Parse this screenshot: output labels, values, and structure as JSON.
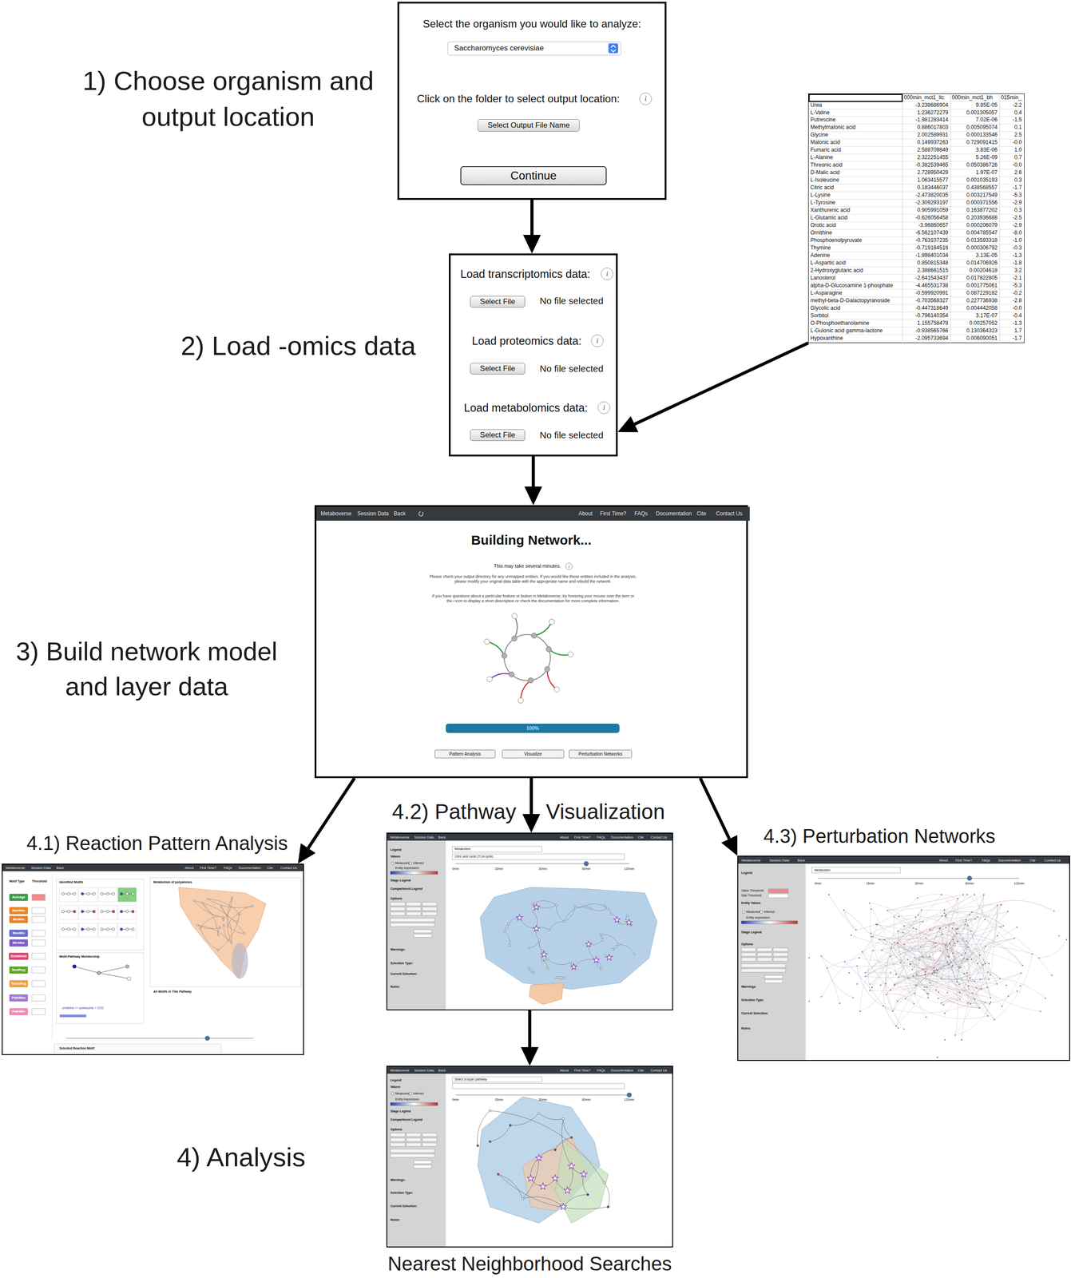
{
  "diagram": {
    "nodes": [
      {
        "text": [
          "Select the organism you would like to analyze:",
          "Click on the folder to select output location:"
        ]
      },
      {
        "text": [
          "Saccharomyces cerevisiae"
        ],
        "in": 0
      },
      {
        "text": [
          "i"
        ],
        "in": 0
      },
      {
        "text": [
          "Select Output File Name"
        ],
        "in": 0
      },
      {
        "text": [
          "Continue"
        ],
        "in": 0
      },
      {
        "text": [
          "000min_mct1_ltc",
          "000min_mct1_bh",
          "015min_",
          "Urea",
          "-3.238686904",
          "9.85E-05",
          "-2.2",
          "L-Valine",
          "1.236272279",
          "0.001305057",
          "0.4",
          "Putrescine",
          "-1.981283414",
          "7.02E-06",
          "-1.5",
          "Methylmalonic acid",
          "0.886017803",
          "0.005095074",
          "0.1",
          "Glycine",
          "2.002589931",
          "0.000133546",
          "2.5",
          "Malonic acid",
          "0.149937263",
          "0.729091415",
          "-0.0",
          "Fumaric acid",
          "2.588709849",
          "3.83E-06",
          "1.0",
          "L-Alanine",
          "2.322251455",
          "5.26E-09",
          "0.7",
          "Threonic acid",
          "-0.382539465",
          "0.050386726",
          "-0.0",
          "D-Malic acid",
          "2.728950429",
          "1.97E-07",
          "2.6",
          "L-Isoleucine",
          "1.063415577",
          "0.001035193",
          "0.3",
          "Citric acid",
          "0.183446037",
          "0.438568557",
          "-1.7",
          "L-Lysine",
          "-2.473820035",
          "0.003217549",
          "-5.3",
          "L-Tyrosine",
          "-2.309293197",
          "0.000371556",
          "-2.9",
          "Xanthurenic acid",
          "0.905991059",
          "0.163877202",
          "0.3",
          "L-Glutamic acid",
          "-0.626056458",
          "0.203936688",
          "-2.5",
          "Orotic acid",
          "-3.96860657",
          "0.000206079",
          "-2.9",
          "Ornithine",
          "-6.562107439",
          "0.004785547",
          "-8.0",
          "Phosphoenolpyruvate",
          "-0.763107235",
          "0.013593318",
          "-1.0",
          "Thymine",
          "-0.719164516",
          "0.000306792",
          "-0.3",
          "Adenine",
          "-1.898401034",
          "3.13E-05",
          "-1.3",
          "L-Aspartic acid",
          "0.850815348",
          "0.014706926",
          "-1.8",
          "2-Hydroxyglutaric acid",
          "2.388661515",
          "0.00204618",
          "3.2",
          "Lanosterol",
          "-2.641543437",
          "0.017822805",
          "-2.1",
          "alpha-D-Glucosamine 1-phosphate",
          "-4.465531738",
          "0.001775061",
          "-5.3",
          "L-Asparagine",
          "-0.599920991",
          "0.087229182",
          "-0.2",
          "methyl-beta-D-Galactopyranoside",
          "-0.703568327",
          "0.227736938",
          "-2.8",
          "Glycolic acid",
          "-0.447318649",
          "0.004442058",
          "-0.0",
          "Sorbitol",
          "-0.796140354",
          "3.17E-07",
          "-0.4",
          "O-Phosphoethanolamine",
          "1.155758478",
          "0.00257052",
          "-1.3",
          "L-Gulonic acid gamma-lactone",
          "-0.938565766",
          "0.130364323",
          "1.7",
          "Hypoxanthine",
          "-2.095733694",
          "0.006090051",
          "-1.7"
        ]
      },
      {
        "text": [
          "Load transcriptomics data:",
          "No file selected",
          "Load proteomics data:",
          "No file selected",
          "Load metabolomics data:",
          "No file selected"
        ]
      },
      {
        "text": [
          "i"
        ],
        "in": 6
      },
      {
        "text": [
          "Select File"
        ],
        "in": 6
      },
      {
        "text": [
          "i"
        ],
        "in": 6
      },
      {
        "text": [
          "Select File"
        ],
        "in": 6
      },
      {
        "text": [
          "i"
        ],
        "in": 6
      },
      {
        "text": [
          "Select File"
        ],
        "in": 6
      },
      {
        "text": [
          "Metaboverse",
          "Session Data",
          "Back",
          "About",
          "First Time?",
          "FAQs",
          "Documentation",
          "Cite",
          "Contact Us",
          "Building Network...",
          "This may take several minutes.",
          "Please check your output directory for any unmapped entities. If you would like these entities included in the analysis, please modify your original data table with the appropriate name and rebuild the network.",
          "If you have questions about a particular feature or button in Metaboverse, try hovering your mouse over the item or the i icon to display a short description or check the documentation for more complete information."
        ]
      },
      {
        "text": [
          "i"
        ],
        "in": 13
      },
      {
        "text": [
          "100%"
        ],
        "in": 13
      },
      {
        "text": [
          "Pattern Analysis"
        ],
        "in": 13
      },
      {
        "text": [
          "Visualize"
        ],
        "in": 13
      },
      {
        "text": [
          "Perturbation Networks"
        ],
        "in": 13
      },
      {
        "text": [
          "Metaboverse",
          "Session Data",
          "Back",
          "About",
          "First Time?",
          "FAQs",
          "Documentation",
          "Cite",
          "Contact Us",
          "Motif Type",
          "Threshold",
          "Identified Motifs",
          "Metabolism of polyamines",
          "Motif-Pathway Membership",
          "ornithine => putrescine + CO2",
          "All Motifs in This Pathway",
          "Selected Reaction Motif"
        ]
      },
      {
        "text": [
          "Average"
        ],
        "in": 19
      },
      {
        "text": [
          "MaxMax"
        ],
        "in": 19
      },
      {
        "text": [
          "MinMin"
        ],
        "in": 19
      },
      {
        "text": [
          "MaxMin"
        ],
        "in": 19
      },
      {
        "text": [
          "MinMax"
        ],
        "in": 19
      },
      {
        "text": [
          "Sustained"
        ],
        "in": 19
      },
      {
        "text": [
          "ModReg"
        ],
        "in": 19
      },
      {
        "text": [
          "TransReg"
        ],
        "in": 19
      },
      {
        "text": [
          "PathMax"
        ],
        "in": 19
      },
      {
        "text": [
          "PathMin"
        ],
        "in": 19
      },
      {
        "text": [
          "Metaboverse",
          "Session Data",
          "Back",
          "About",
          "First Time?",
          "FAQs",
          "Documentation",
          "Cite",
          "Contact Us",
          "Legend",
          "Values",
          "Measured",
          "Inferred",
          "Entity expression",
          "Stage Legend",
          "Compartment Legend",
          "Options",
          "Warnings:",
          "Selection Type:",
          "Current Selection:",
          "Notes:",
          "Metabolism",
          "Citric acid cycle (TCA cycle)",
          "0min",
          "15min",
          "30min",
          "60min",
          "120min"
        ]
      },
      {
        "text": [
          "Metaboverse",
          "Session Data",
          "Back",
          "About",
          "First Time?",
          "FAQs",
          "Documentation",
          "Cite",
          "Contact Us",
          "Legend",
          "Value Threshold",
          "Stat Threshold",
          "Entity Values",
          "Measured",
          "Inferred",
          "Entity expression",
          "Stage Legend",
          "Options",
          "Warnings:",
          "Selection Type:",
          "Current Selection:",
          "Notes:",
          "Metabolism",
          "0min",
          "15min",
          "30min",
          "60min",
          "120min"
        ]
      },
      {
        "text": [
          "Metaboverse",
          "Session Data",
          "Back",
          "About",
          "First Time?",
          "FAQs",
          "Documentation",
          "Cite",
          "Contact Us",
          "Legend",
          "Values",
          "Measured",
          "Inferred",
          "Entity expression",
          "Stage Legend",
          "Compartment Legend",
          "Options",
          "Warnings:",
          "Selection Type:",
          "Current Selection:",
          "Notes:",
          "Select a super pathway",
          "0min",
          "15min",
          "30min",
          "60min",
          "120min"
        ]
      }
    ],
    "edges": [
      {
        "from": 0,
        "to": 6,
        "arrow": "to"
      },
      {
        "from": 5,
        "to": 6,
        "arrow": "to"
      },
      {
        "from": 6,
        "to": 13,
        "arrow": "to"
      },
      {
        "from": 13,
        "to": 19,
        "arrow": "to"
      },
      {
        "from": 13,
        "to": 30,
        "arrow": "to"
      },
      {
        "from": 13,
        "to": 31,
        "arrow": "to"
      },
      {
        "from": 30,
        "to": 32,
        "arrow": "to"
      }
    ],
    "labels": [
      "1) Choose organism and output location",
      "2) Load -omics data",
      "3) Build network model and layer data",
      "4) Analysis",
      "4.1) Reaction Pattern Analysis",
      "4.2) Pathway",
      "Visualization",
      "4.3) Perturbation Networks",
      "Nearest Neighborhood Searches"
    ]
  }
}
